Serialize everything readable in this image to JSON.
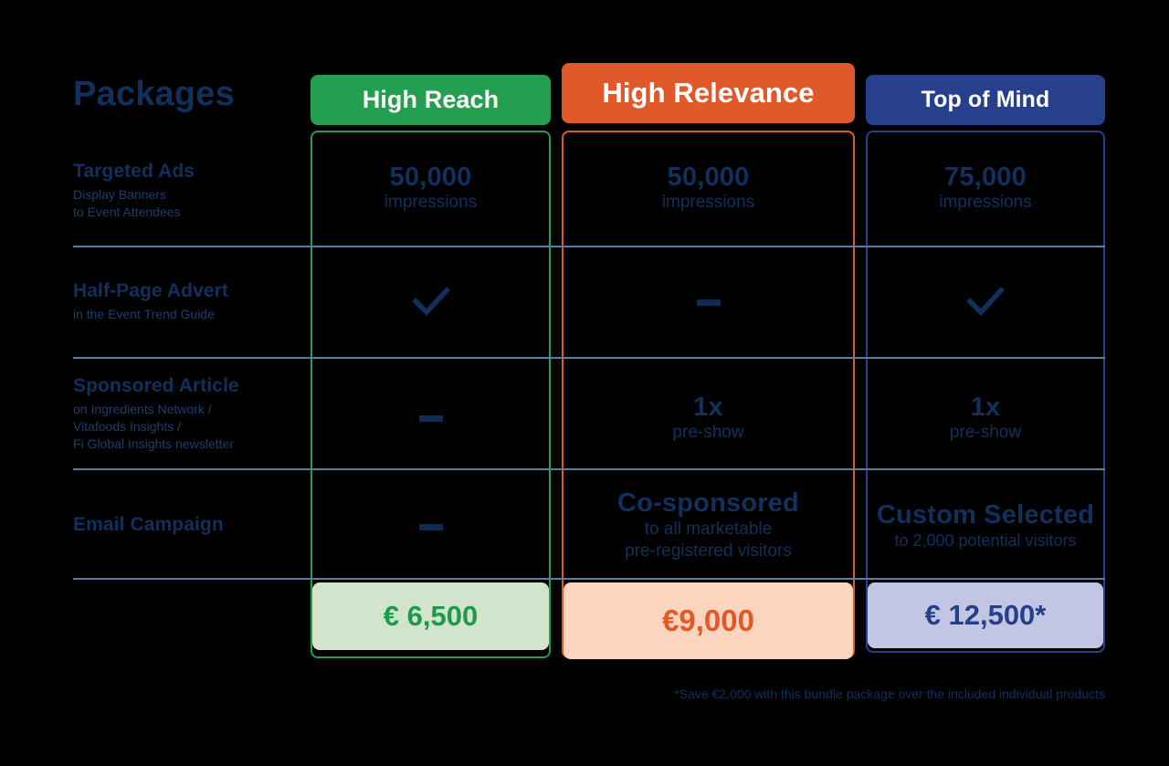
{
  "page_title": "Packages",
  "columns": [
    {
      "id": "high-reach",
      "label": "High Reach",
      "color": "#239F4F",
      "price": "€ 6,500",
      "price_bg": "#D3E4CC",
      "price_color": "#1E9A4A"
    },
    {
      "id": "high-relevance",
      "label": "High Relevance",
      "color": "#E1592B",
      "price": "€9,000",
      "price_bg": "#FBD5BD",
      "price_color": "#E1592B"
    },
    {
      "id": "top-of-mind",
      "label": "Top of Mind",
      "color": "#26408B",
      "price": "€ 12,500*",
      "price_bg": "#C3C6E2",
      "price_color": "#26408B"
    }
  ],
  "rows": [
    {
      "id": "targeted-ads",
      "title": "Targeted Ads",
      "subtitle": "Display Banners\nto Event Attendees",
      "cells": [
        {
          "type": "text",
          "big": "50,000",
          "small": "impressions"
        },
        {
          "type": "text",
          "big": "50,000",
          "small": "impressions"
        },
        {
          "type": "text",
          "big": "75,000",
          "small": "impressions"
        }
      ]
    },
    {
      "id": "half-page-advert",
      "title": "Half-Page Advert",
      "subtitle": "in the Event Trend Guide",
      "cells": [
        {
          "type": "check"
        },
        {
          "type": "dash"
        },
        {
          "type": "check"
        }
      ]
    },
    {
      "id": "sponsored-article",
      "title": "Sponsored Article",
      "subtitle": "on Ingredients Network /\nVitafoods Insights /\nFi Global Insights newsletter",
      "cells": [
        {
          "type": "dash"
        },
        {
          "type": "text",
          "big": "1x",
          "small": "pre-show"
        },
        {
          "type": "text",
          "big": "1x",
          "small": "pre-show"
        }
      ]
    },
    {
      "id": "email-campaign",
      "title": "Email Campaign",
      "subtitle": "",
      "cells": [
        {
          "type": "dash"
        },
        {
          "type": "text",
          "big": "Co-sponsored",
          "small": "to all marketable\npre-registered visitors"
        },
        {
          "type": "text",
          "big": "Custom Selected",
          "small": "to 2,000 potential visitors"
        }
      ]
    }
  ],
  "footnote": "*Save €2,000 with this bundle package over the included individual products",
  "icons": {
    "check": "check-icon",
    "dash": "dash-icon"
  }
}
